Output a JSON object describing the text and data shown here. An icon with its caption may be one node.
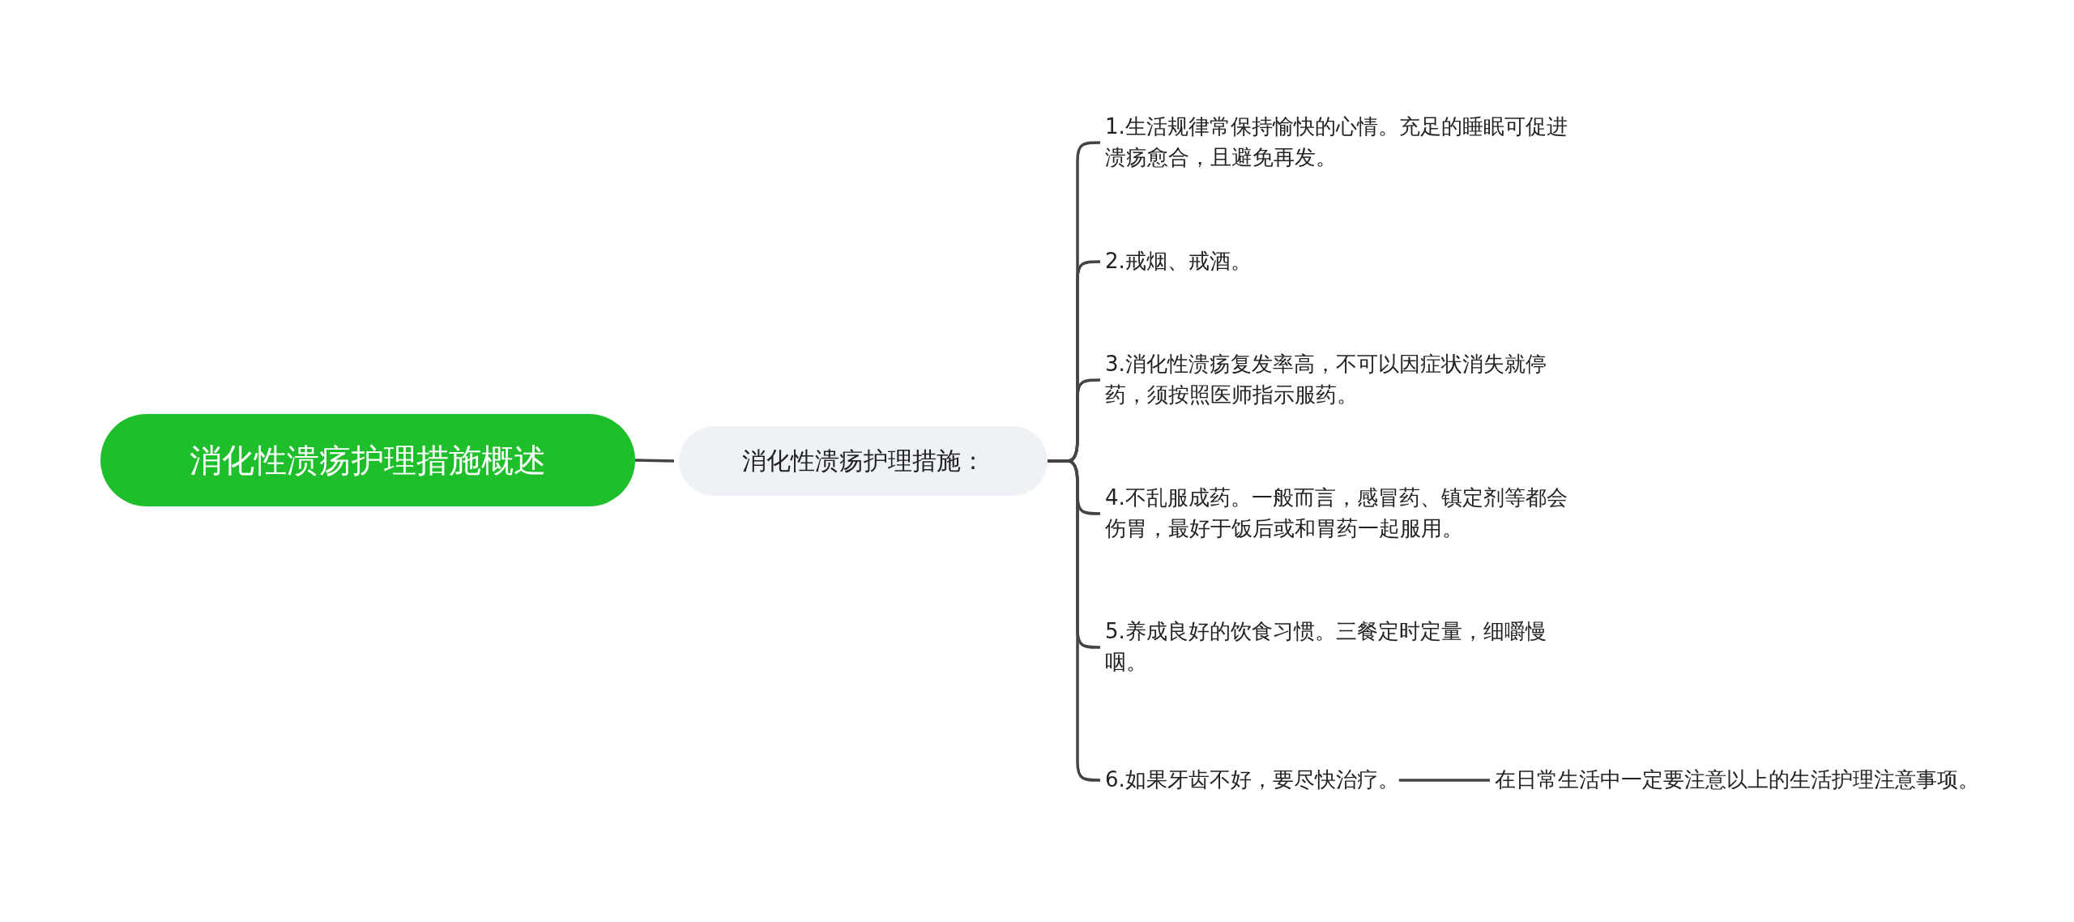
{
  "diagram": {
    "nodes": [
      {
        "text": [
          "消化性溃疡护理措施概述"
        ]
      },
      {
        "text": [
          "消化性溃疡护理措施："
        ]
      },
      {
        "text": [
          "1.生活规律常保持愉快的心情。充足的睡眠可促进溃疡愈合，且避免再发。"
        ]
      },
      {
        "text": [
          "2.戒烟、戒酒。"
        ]
      },
      {
        "text": [
          "3.消化性溃疡复发率高，不可以因症状消失就停药，须按照医师指示服药。"
        ]
      },
      {
        "text": [
          "4.不乱服成药。一般而言，感冒药、镇定剂等都会伤胃，最好于饭后或和胃药一起服用。"
        ]
      },
      {
        "text": [
          "5.养成良好的饮食习惯。三餐定时定量，细嚼慢咽。"
        ]
      },
      {
        "text": [
          "6.如果牙齿不好，要尽快治疗。"
        ]
      },
      {
        "text": [
          "在日常生活中一定要注意以上的生活护理注意事项。"
        ]
      }
    ],
    "edges": [
      {
        "from": 0,
        "to": 1,
        "arrow": "none"
      },
      {
        "from": 1,
        "to": 2,
        "arrow": "none"
      },
      {
        "from": 1,
        "to": 3,
        "arrow": "none"
      },
      {
        "from": 1,
        "to": 4,
        "arrow": "none"
      },
      {
        "from": 1,
        "to": 5,
        "arrow": "none"
      },
      {
        "from": 1,
        "to": 6,
        "arrow": "none"
      },
      {
        "from": 1,
        "to": 7,
        "arrow": "none"
      },
      {
        "from": 7,
        "to": 8,
        "arrow": "none"
      }
    ]
  }
}
